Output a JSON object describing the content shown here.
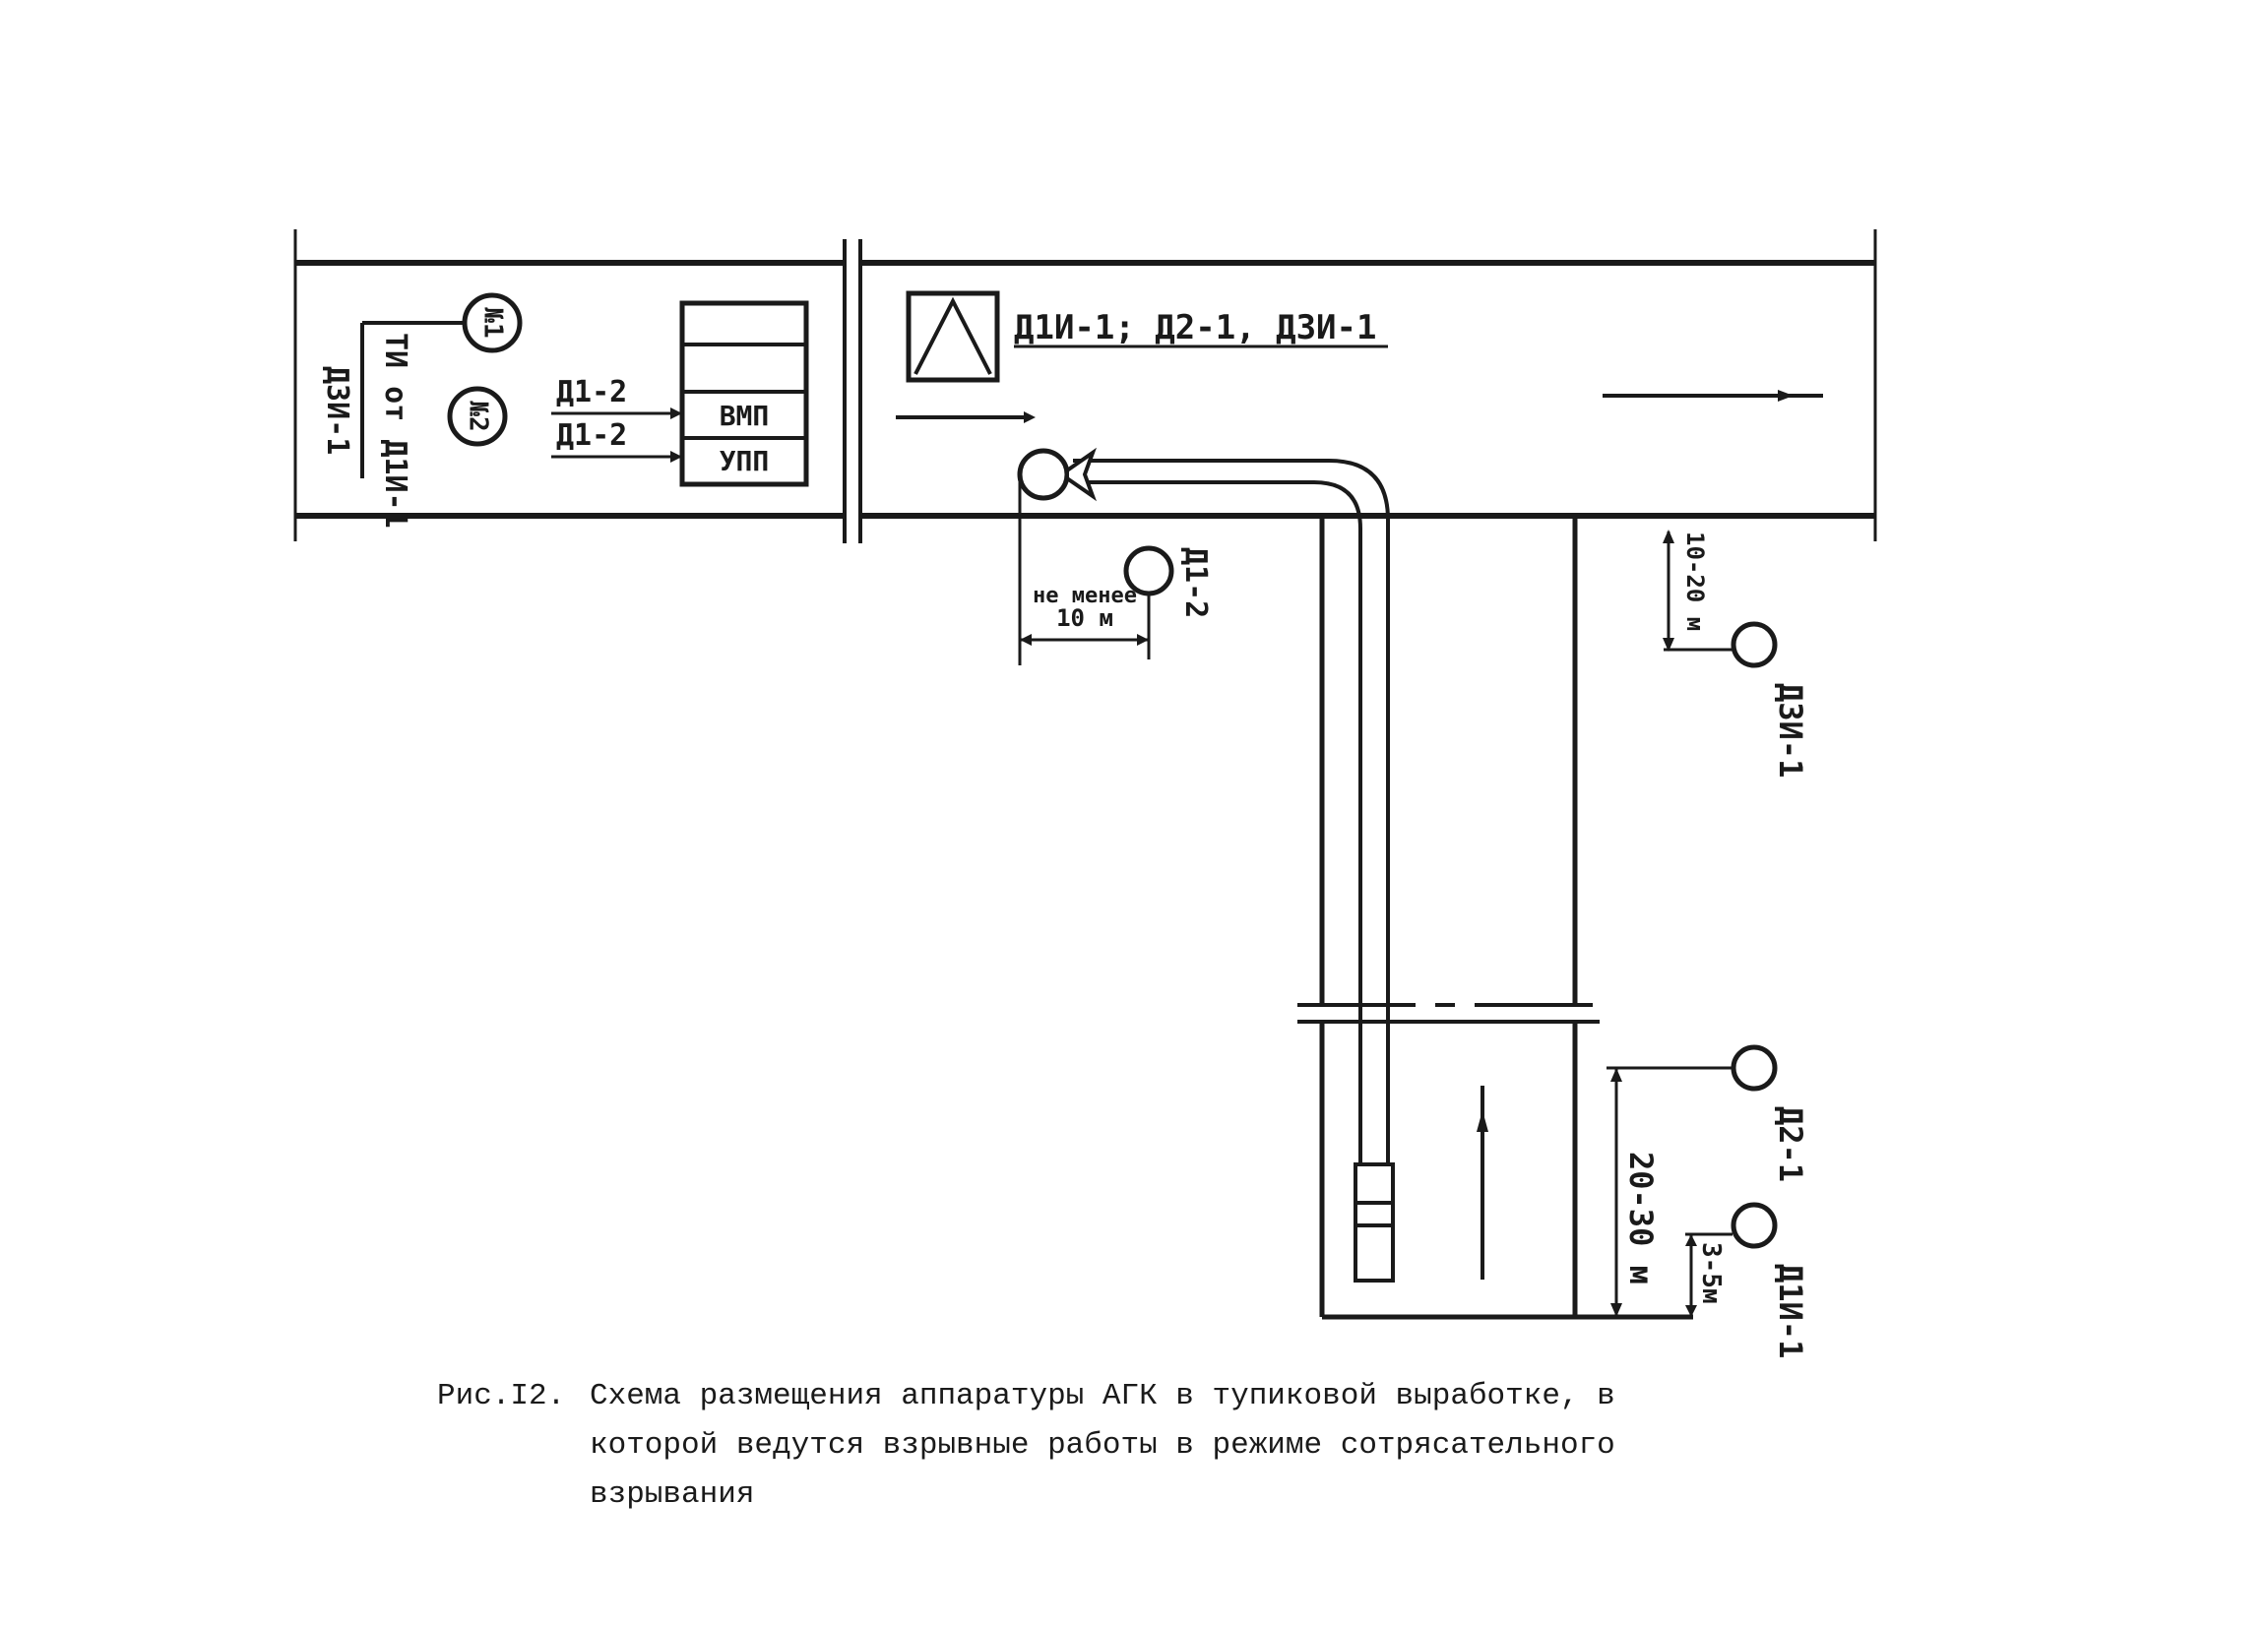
{
  "labels": {
    "circle_n1": "№1",
    "circle_n2": "№2",
    "side_label_a": "ТИ от Д1И-1",
    "side_label_b": "Д3И-1",
    "sensor_d1_2_upper": "Д1-2",
    "sensor_d1_2_lower": "Д1-2",
    "box_vmp": "ВМП",
    "box_upp": "УПП",
    "top_sensors": "Д1И-1; Д2-1, Д3И-1",
    "sensor_d1_2_near_fan": "Д1-2",
    "dim_not_less_line1": "не менее",
    "dim_not_less_line2": "10 м",
    "dim_10_20": "10-20 м",
    "sensor_d3i_1": "Д3И-1",
    "sensor_d2_1": "Д2-1",
    "dim_20_30": "20-30 м",
    "dim_3_5": "3-5м",
    "sensor_d1i_1": "Д1И-1"
  },
  "caption": {
    "label": "Рис.I2.",
    "text": "Схема размещения аппаратуры АГК в тупиковой выработке, в которой ведутся взрывные работы в режиме сотрясательного взрывания"
  },
  "colors": {
    "ink": "#1a1a1a",
    "paper": "#ffffff"
  }
}
